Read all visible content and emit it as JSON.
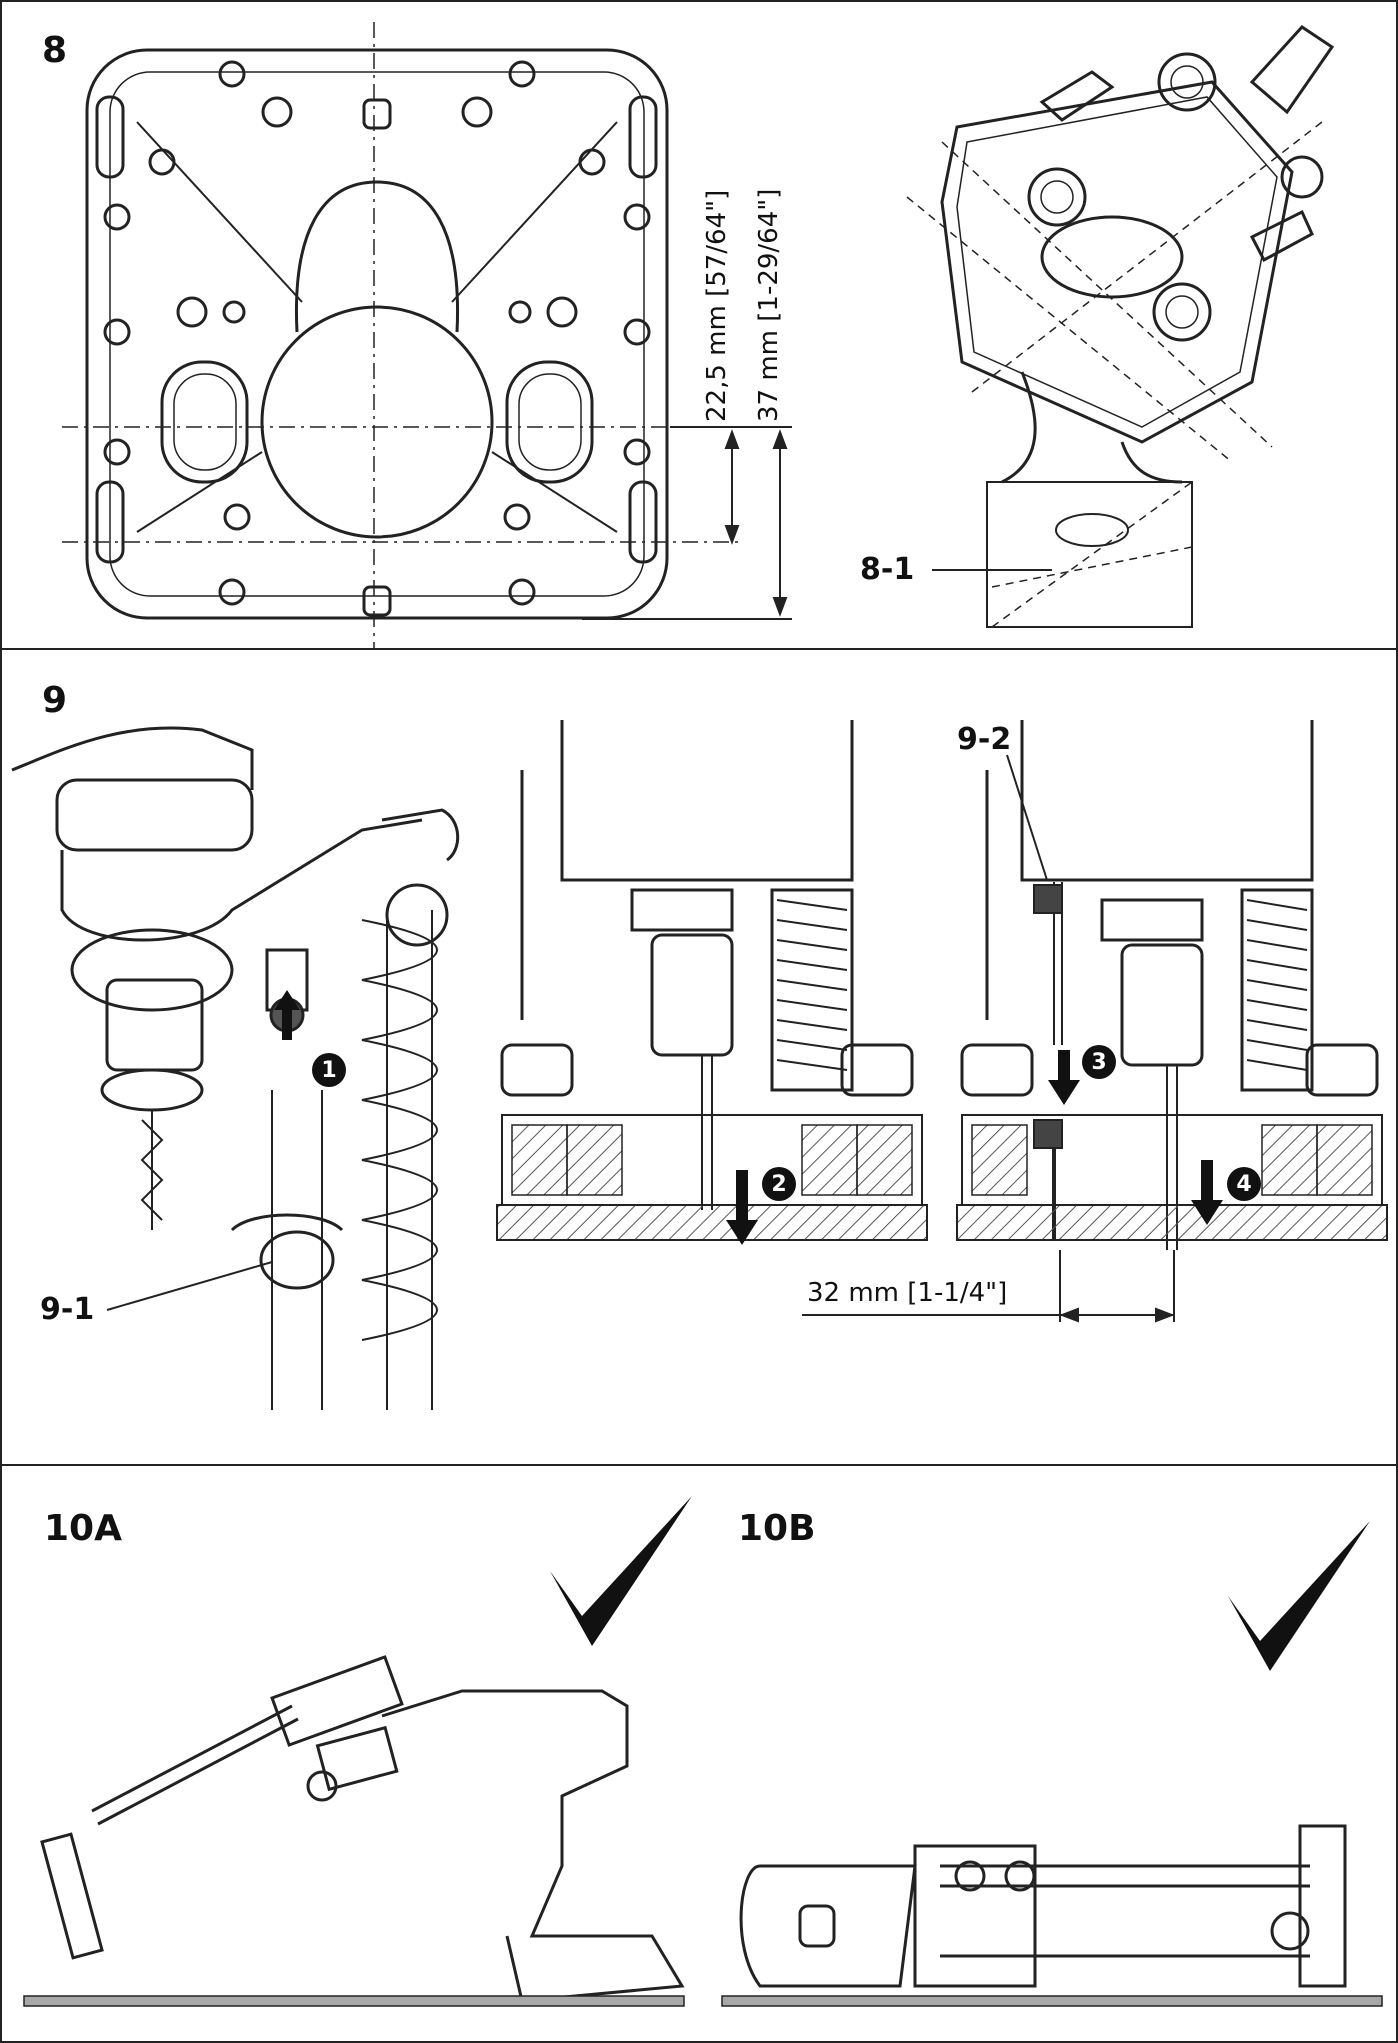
{
  "fig8": {
    "label": "8",
    "dim_a": "22,5 mm [57/64\"]",
    "dim_b": "37 mm [1-29/64\"]",
    "callout": "8-1"
  },
  "fig9": {
    "label": "9",
    "callout_1": "9-1",
    "callout_2": "9-2",
    "dim": "32 mm [1-1/4\"]",
    "steps": [
      "1",
      "2",
      "3",
      "4"
    ]
  },
  "fig10a": {
    "label": "10A"
  },
  "fig10b": {
    "label": "10B"
  },
  "colors": {
    "line": "#222222",
    "hatch": "#555555",
    "ground": "#a8a8a8"
  }
}
